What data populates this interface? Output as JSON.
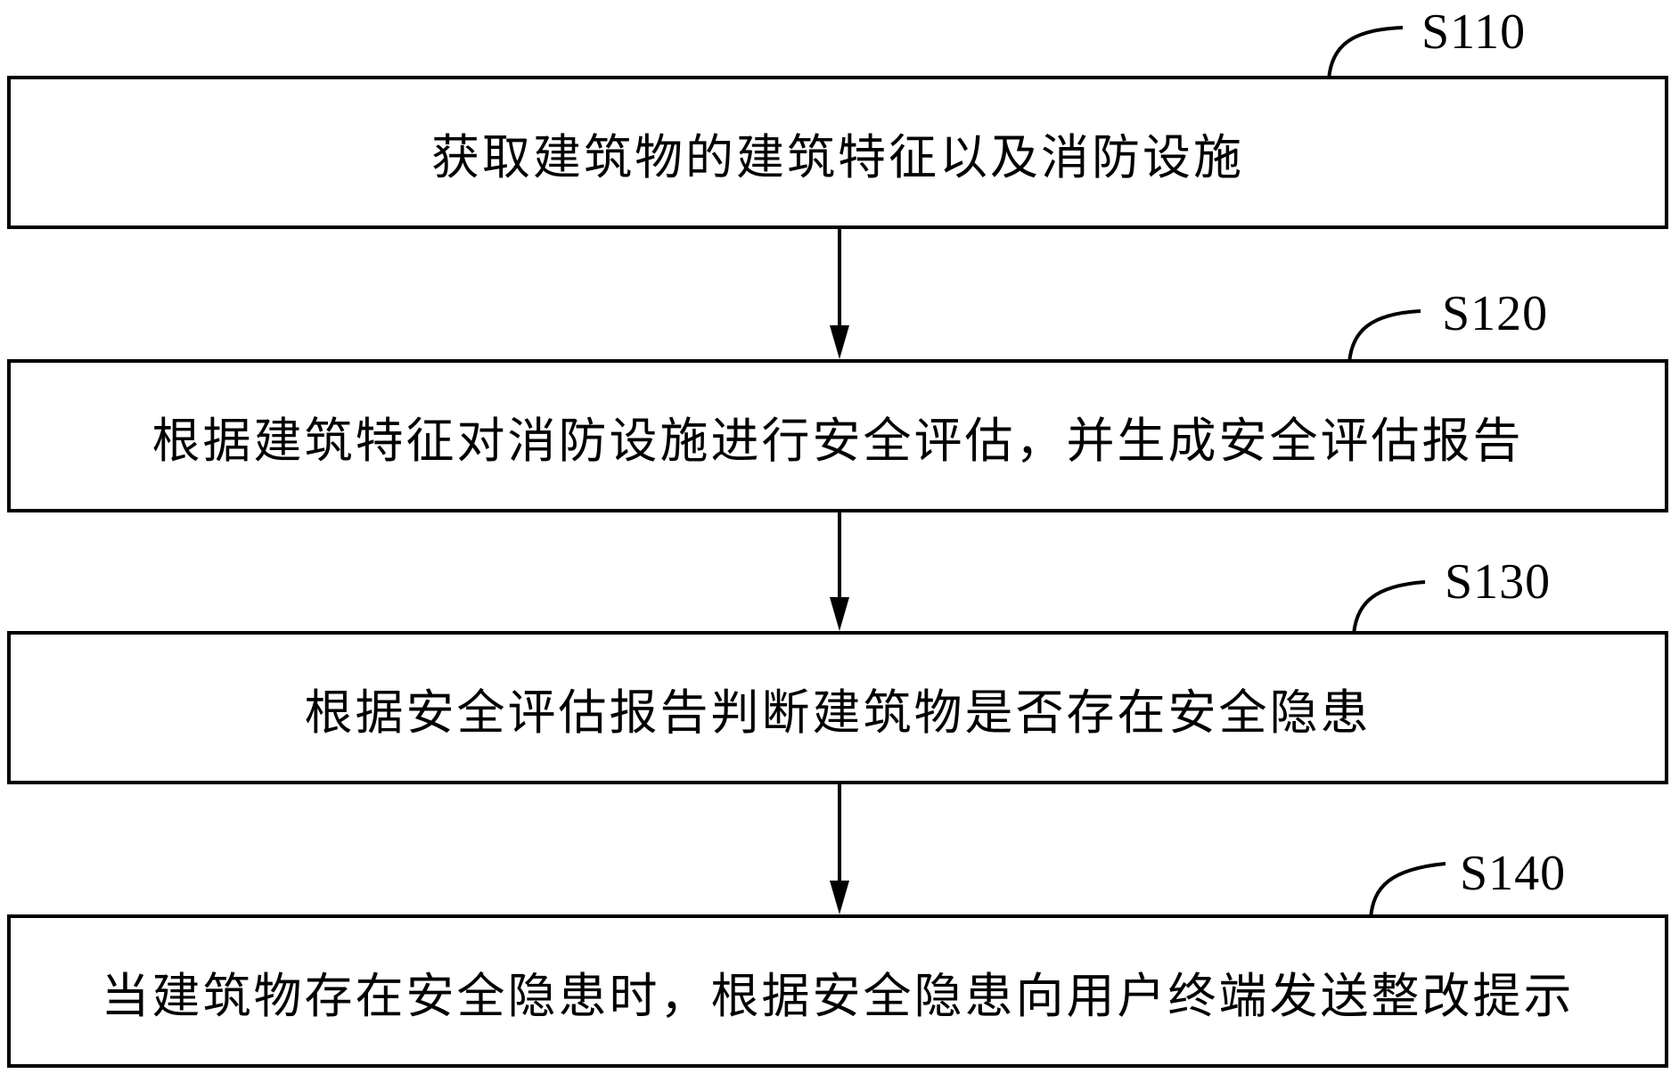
{
  "diagram": {
    "type": "flowchart",
    "colors": {
      "line": "#000000",
      "background": "#ffffff",
      "text": "#000000"
    },
    "steps": [
      {
        "id": "S110",
        "text": "获取建筑物的建筑特征以及消防设施"
      },
      {
        "id": "S120",
        "text": "根据建筑特征对消防设施进行安全评估，并生成安全评估报告"
      },
      {
        "id": "S130",
        "text": "根据安全评估报告判断建筑物是否存在安全隐患"
      },
      {
        "id": "S140",
        "text": "当建筑物存在安全隐患时，根据安全隐患向用户终端发送整改提示"
      }
    ]
  }
}
